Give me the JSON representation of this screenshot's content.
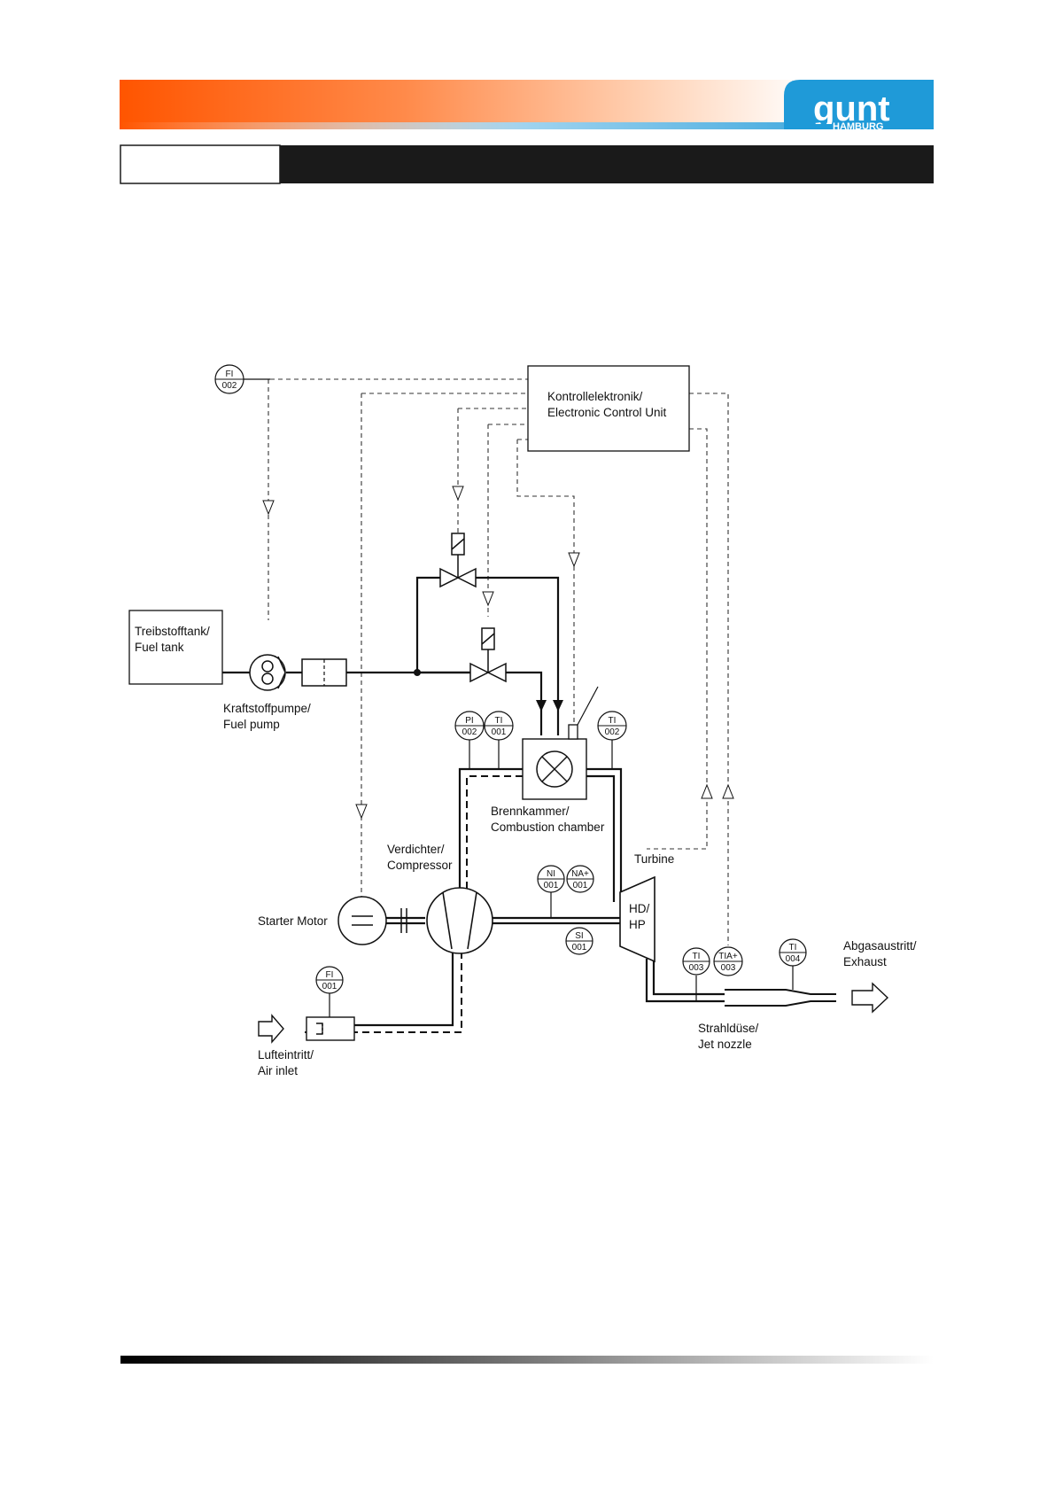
{
  "header": {
    "logo_name": "gunt",
    "logo_sub": "HAMBURG",
    "colors": {
      "orange": "#ff5a00",
      "blue": "#1f9ad8",
      "bar": "#1a1a1a"
    }
  },
  "labels": {
    "ecu_line1": "Kontrollelektronik/",
    "ecu_line2": "Electronic Control Unit",
    "tank_line1": "Treibstofftank/",
    "tank_line2": "Fuel tank",
    "pump_line1": "Kraftstoffpumpe/",
    "pump_line2": "Fuel pump",
    "chamber_line1": "Brennkammer/",
    "chamber_line2": "Combustion chamber",
    "compressor_line1": "Verdichter/",
    "compressor_line2": "Compressor",
    "turbine": "Turbine",
    "hp_line1": "HD/",
    "hp_line2": "HP",
    "starter": "Starter Motor",
    "exhaust_line1": "Abgasaustritt/",
    "exhaust_line2": "Exhaust",
    "nozzle_line1": "Strahldüse/",
    "nozzle_line2": "Jet nozzle",
    "inlet_line1": "Lufteintritt/",
    "inlet_line2": "Air inlet"
  },
  "instruments": [
    {
      "id": "fi002",
      "top": "FI",
      "bottom": "002"
    },
    {
      "id": "pi002",
      "top": "PI",
      "bottom": "002"
    },
    {
      "id": "ti001",
      "top": "TI",
      "bottom": "001"
    },
    {
      "id": "ti002",
      "top": "TI",
      "bottom": "002"
    },
    {
      "id": "ni001",
      "top": "NI",
      "bottom": "001"
    },
    {
      "id": "na001",
      "top": "NA+",
      "bottom": "001"
    },
    {
      "id": "si001",
      "top": "SI",
      "bottom": "001"
    },
    {
      "id": "ti003",
      "top": "TI",
      "bottom": "003"
    },
    {
      "id": "tia003",
      "top": "TIA+",
      "bottom": "003"
    },
    {
      "id": "ti004",
      "top": "TI",
      "bottom": "004"
    },
    {
      "id": "fi001",
      "top": "FI",
      "bottom": "001"
    }
  ]
}
